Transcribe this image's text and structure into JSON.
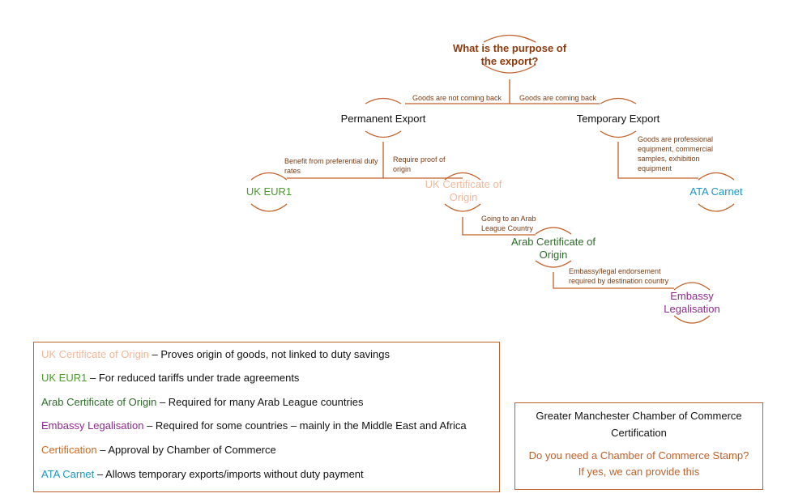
{
  "colors": {
    "connector": "#c0602a",
    "question": "#8b3a0e",
    "uk_certificate": "#f2b89a",
    "eur1": "#4a9a2e",
    "arab_certificate": "#2e6b2a",
    "embassy": "#8e2a8e",
    "certification": "#d2691e",
    "ata": "#1a96c6"
  },
  "flow": {
    "question": "What is the purpose of the export?",
    "permanent": "Permanent Export",
    "temporary": "Temporary Export",
    "eur1": "UK EUR1",
    "uk_cert": "UK Certificate of Origin",
    "arab_cert": "Arab Certificate of Origin",
    "embassy": "Embassy Legalisation",
    "ata": "ATA Carnet",
    "edges": {
      "not_coming_back": "Goods are not coming back",
      "coming_back": "Goods are coming back",
      "preferential": "Benefit from preferential duty rates",
      "proof": "Require proof of origin",
      "arab_league": "Going to an Arab League Country",
      "professional": "Goods are professional equipment, commercial samples, exhibition equipment",
      "endorsement": "Embassy/legal endorsement required by destination country"
    }
  },
  "legend": [
    {
      "term": "UK Certificate of Origin",
      "desc": " – Proves origin of goods, not linked to duty savings"
    },
    {
      "term": "UK EUR1",
      "desc": " – For reduced tariffs under trade agreements"
    },
    {
      "term": "Arab Certificate of Origin",
      "desc": " – Required for many Arab League countries"
    },
    {
      "term": "Embassy Legalisation",
      "desc": " – Required for some countries – mainly in the Middle East and Africa"
    },
    {
      "term": "Certification",
      "desc": " – Approval by Chamber of Commerce"
    },
    {
      "term": "ATA Carnet",
      "desc": " – Allows temporary exports/imports without duty payment"
    }
  ],
  "info": {
    "title": "Greater Manchester Chamber of Commerce Certification",
    "question": "Do you need a Chamber of Commerce Stamp?",
    "answer": "If yes, we can provide this"
  }
}
